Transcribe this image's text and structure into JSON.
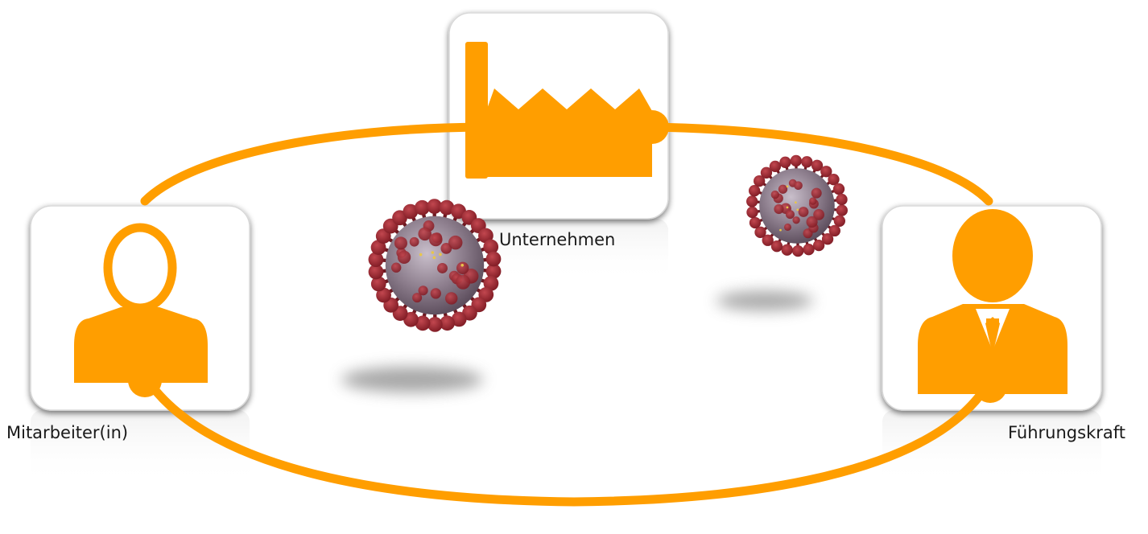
{
  "nodes": {
    "employee": {
      "label": "Mitarbeiter(in)",
      "icon": "person-outline-icon"
    },
    "company": {
      "label": "Unternehmen",
      "icon": "factory-icon"
    },
    "manager": {
      "label": "Führungskraft",
      "icon": "businessman-icon"
    }
  },
  "decorations": [
    {
      "icon": "coronavirus-icon"
    },
    {
      "icon": "coronavirus-icon"
    }
  ],
  "colors": {
    "accent": "#FF9E00",
    "virus_body": "#8E7F8E",
    "virus_spike": "#9B2730",
    "card_background": "#ffffff"
  }
}
